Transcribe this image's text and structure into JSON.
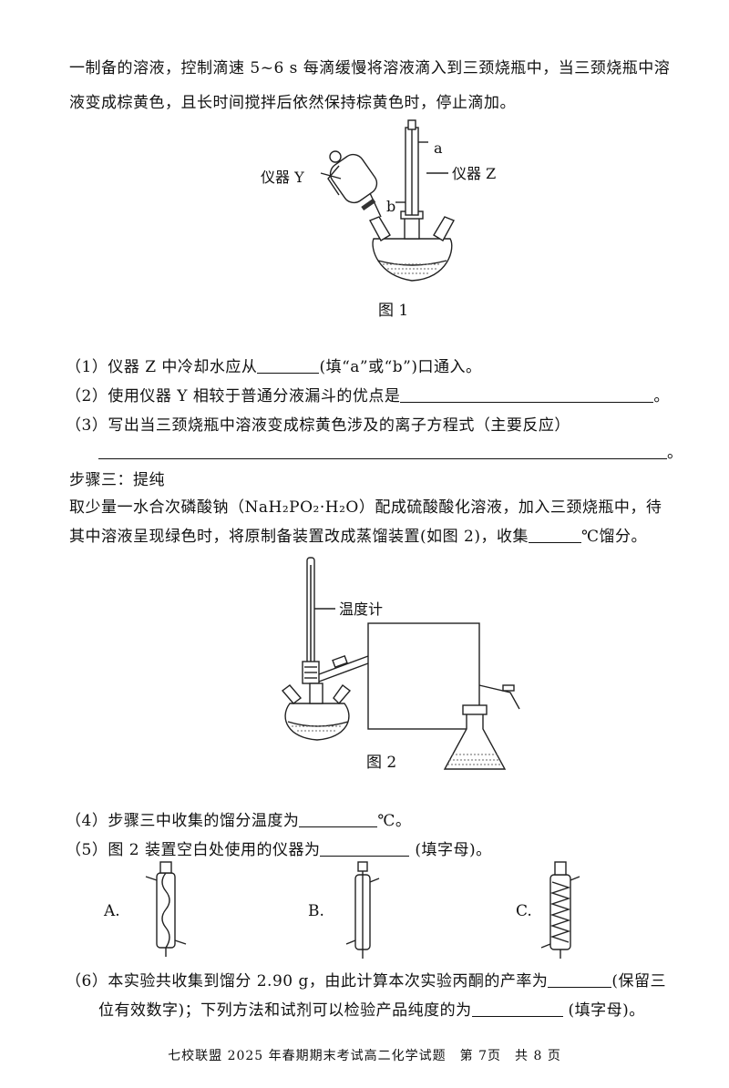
{
  "intro": {
    "line1": "一制备的溶液，控制滴速 5~6 s 每滴缓慢将溶液滴入到三颈烧瓶中，当三颈烧瓶中溶",
    "line2": "液变成棕黄色，且长时间搅拌后依然保持棕黄色时，停止滴加。"
  },
  "figure1": {
    "label_y": "仪器 Y",
    "label_z": "仪器 Z",
    "label_a": "a",
    "label_b": "b",
    "caption": "图 1"
  },
  "questions": {
    "q1_pre": "（1）仪器 Z 中冷却水应从",
    "q1_post": "(填“a”或“b”)口通入。",
    "q2_pre": "（2）使用仪器 Y 相较于普通分液漏斗的优点是",
    "q2_post": "。",
    "q3": "（3）写出当三颈烧瓶中溶液变成棕黄色涉及的离子方程式（主要反应）",
    "q3_end": "。"
  },
  "step3": {
    "title": "步骤三：提纯",
    "line1": "取少量一水合次磷酸钠（NaH₂PO₂·H₂O）配成硫酸酸化溶液，加入三颈烧瓶中，待",
    "line2_pre": "其中溶液呈现绿色时，将原制备装置改成蒸馏装置(如图 2)，收集",
    "line2_post": "℃馏分。"
  },
  "figure2": {
    "thermometer_label": "温度计",
    "caption": "图 2"
  },
  "questions2": {
    "q4_pre": "（4）步骤三中收集的馏分温度为",
    "q4_post": "℃。",
    "q5_pre": "（5）图 2 装置空白处使用的仪器为",
    "q5_post": " (填字母)。",
    "options": [
      "A.",
      "B.",
      "C."
    ],
    "q6_line1_pre": "（6）本实验共收集到馏分 2.90 g，由此计算本次实验丙酮的产率为",
    "q6_line1_post": "(保留三",
    "q6_line2_pre": "位有效数字)；下列方法和试剂可以检验产品纯度的为",
    "q6_line2_post": " (填字母)。"
  },
  "footer": "七校联盟 2025 年春期期末考试高二化学试题　第 7页　共 8 页"
}
